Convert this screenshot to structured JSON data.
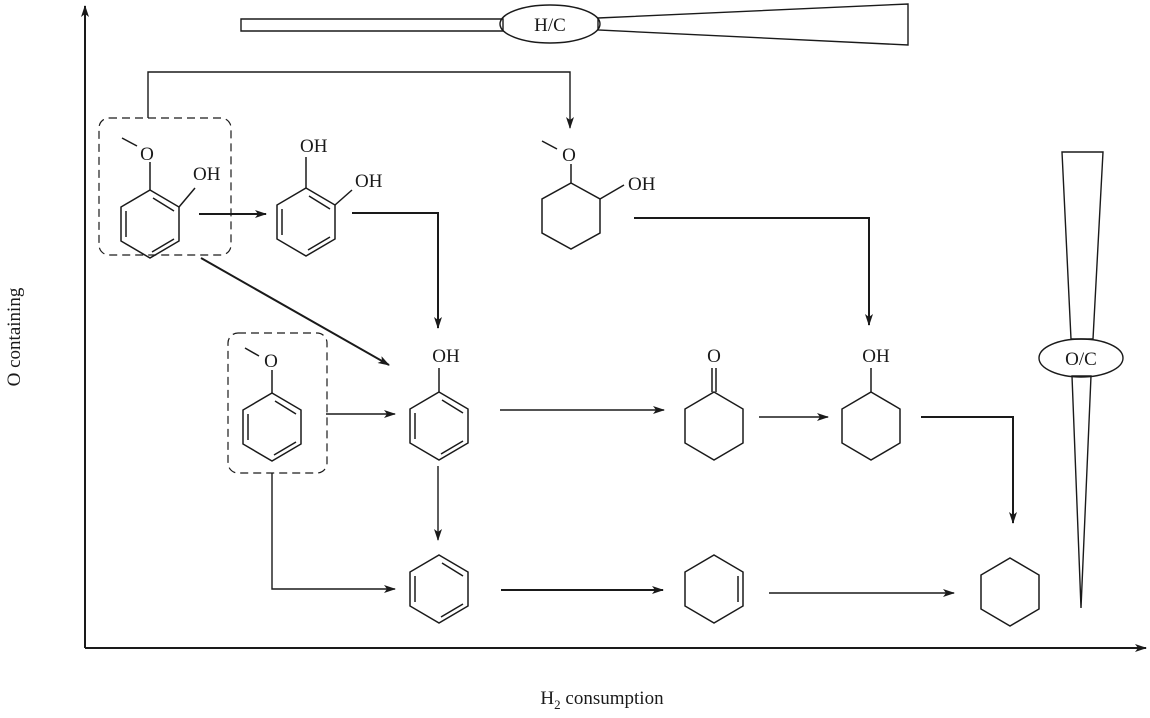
{
  "axes": {
    "x_label": "H",
    "x_label_sub": "2",
    "x_label_rest": " consumption",
    "y_label": "O containing"
  },
  "scales": {
    "hc_label": "H/C",
    "oc_label": "O/C"
  },
  "molecules": {
    "guaiacol": {
      "name": "guaiacol",
      "o_label": "O",
      "oh_label": "OH"
    },
    "catechol": {
      "name": "catechol",
      "oh1_label": "OH",
      "oh2_label": "OH"
    },
    "methoxycyclohexanol": {
      "name": "2-methoxycyclohexanol",
      "o_label": "O",
      "oh_label": "OH"
    },
    "anisole": {
      "name": "anisole",
      "o_label": "O"
    },
    "phenol": {
      "name": "phenol",
      "oh_label": "OH"
    },
    "cyclohexanone": {
      "name": "cyclohexanone",
      "o_label": "O"
    },
    "cyclohexanol": {
      "name": "cyclohexanol",
      "oh_label": "OH"
    },
    "benzene": {
      "name": "benzene"
    },
    "cyclohexene": {
      "name": "cyclohexene"
    },
    "cyclohexane": {
      "name": "cyclohexane"
    }
  },
  "pathways": [
    {
      "from": "guaiacol",
      "to": "catechol"
    },
    {
      "from": "guaiacol",
      "to": "2-methoxycyclohexanol"
    },
    {
      "from": "guaiacol",
      "to": "phenol"
    },
    {
      "from": "catechol",
      "to": "phenol"
    },
    {
      "from": "2-methoxycyclohexanol",
      "to": "cyclohexanol"
    },
    {
      "from": "anisole",
      "to": "phenol"
    },
    {
      "from": "anisole",
      "to": "benzene"
    },
    {
      "from": "phenol",
      "to": "cyclohexanone"
    },
    {
      "from": "phenol",
      "to": "benzene"
    },
    {
      "from": "cyclohexanone",
      "to": "cyclohexanol"
    },
    {
      "from": "cyclohexanol",
      "to": "cyclohexane"
    },
    {
      "from": "benzene",
      "to": "cyclohexene"
    },
    {
      "from": "cyclohexene",
      "to": "cyclohexane"
    }
  ]
}
